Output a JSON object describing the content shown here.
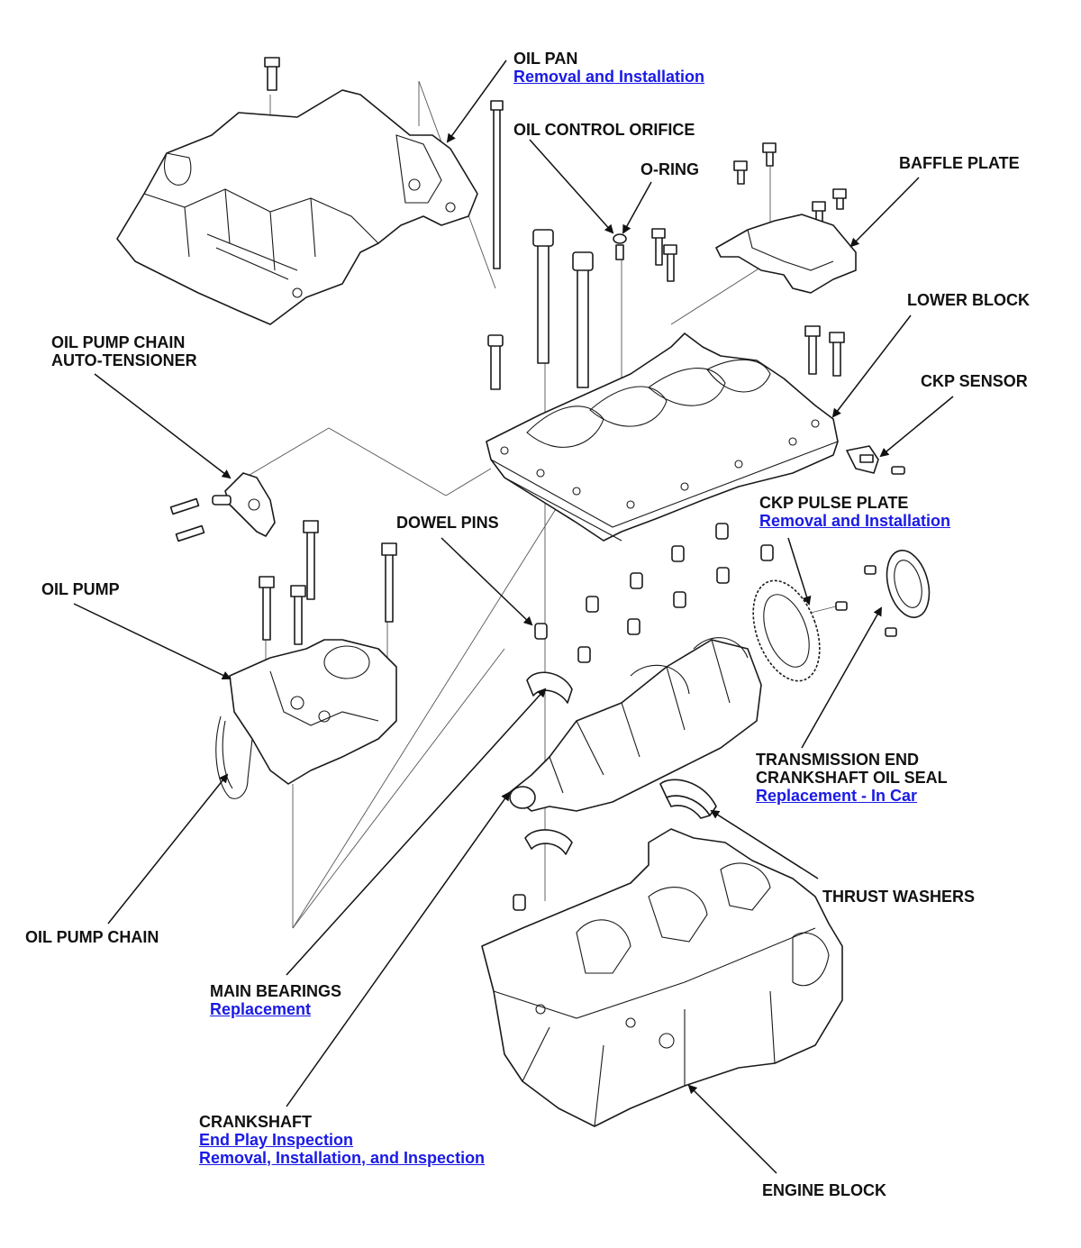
{
  "callouts": {
    "oil_pan": {
      "label": "OIL PAN",
      "links": [
        "Removal and Installation"
      ]
    },
    "oil_control_orifice": {
      "label": "OIL CONTROL ORIFICE"
    },
    "o_ring": {
      "label": "O-RING"
    },
    "baffle_plate": {
      "label": "BAFFLE PLATE"
    },
    "lower_block": {
      "label": "LOWER BLOCK"
    },
    "ckp_sensor": {
      "label": "CKP SENSOR"
    },
    "ckp_pulse_plate": {
      "label": "CKP PULSE PLATE",
      "links": [
        "Removal and Installation"
      ]
    },
    "oil_pump_chain_auto_tensioner": {
      "label_line1": "OIL PUMP CHAIN",
      "label_line2": "AUTO-TENSIONER"
    },
    "dowel_pins": {
      "label": "DOWEL PINS"
    },
    "oil_pump": {
      "label": "OIL PUMP"
    },
    "transmission_end_seal": {
      "label_line1": "TRANSMISSION END",
      "label_line2": "CRANKSHAFT OIL SEAL",
      "links": [
        "Replacement - In Car"
      ]
    },
    "thrust_washers": {
      "label": "THRUST WASHERS"
    },
    "oil_pump_chain": {
      "label": "OIL PUMP CHAIN"
    },
    "main_bearings": {
      "label": "MAIN BEARINGS",
      "links": [
        "Replacement"
      ]
    },
    "crankshaft": {
      "label": "CRANKSHAFT",
      "links": [
        "End Play Inspection",
        "Removal, Installation, and Inspection"
      ]
    },
    "engine_block": {
      "label": "ENGINE BLOCK"
    }
  },
  "colors": {
    "link": "#1a1ae6",
    "text": "#111111",
    "line": "#1a1a1a"
  }
}
